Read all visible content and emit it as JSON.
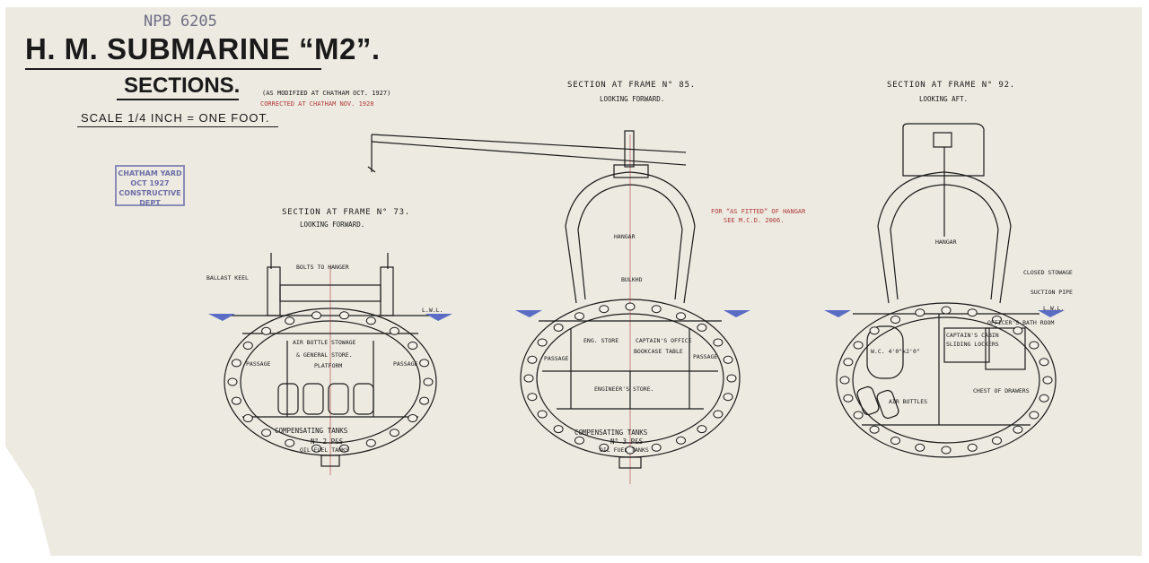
{
  "sheet": {
    "ref_number": "NPB 6205",
    "title": "H. M. SUBMARINE “M2”.",
    "subtitle": "SECTIONS.",
    "scale": "SCALE 1/4 INCH = ONE FOOT.",
    "modified_note": "(AS MODIFIED AT CHATHAM OCT. 1927)",
    "corrected_note": "CORRECTED AT CHATHAM NOV. 1928",
    "stamp": {
      "line1": "CHATHAM YARD",
      "line2": "OCT 1927",
      "line3": "CONSTRUCTIVE DEPT"
    },
    "fitted_note_1": "FOR “AS FITTED” OF HANGAR",
    "fitted_note_2": "SEE M.C.D. 2006.",
    "colors": {
      "paper": "#eceae1",
      "ink": "#1a1a1a",
      "red": "#b23a3a",
      "blue": "#5b6cc4",
      "stamp": "#6d6da6"
    }
  },
  "sections": [
    {
      "heading": "SECTION AT FRAME N° 73.",
      "direction": "LOOKING FORWARD.",
      "labels": {
        "ballast": "BALLAST KEEL",
        "top_note": "BOLTS TO HANGER",
        "lwl": "L.W.L.",
        "air_bottle": "AIR BOTTLE STOWAGE",
        "general_store": "& GENERAL STORE.",
        "platform": "PLATFORM",
        "passage_left": "PASSAGE",
        "passage_right": "PASSAGE",
        "comp_tanks": "COMPENSATING TANKS",
        "tank_no": "N° 2 P&S",
        "oil_fuel": "OIL FUEL TANKS"
      }
    },
    {
      "heading": "SECTION AT FRAME N° 85.",
      "direction": "LOOKING FORWARD.",
      "labels": {
        "hangar": "HANGAR",
        "bulkhead": "BULKHD",
        "engineer_store_upper": "ENG. STORE",
        "captains_office": "CAPTAIN'S OFFICE",
        "office_sub": "BOOKCASE TABLE",
        "passage_left": "PASSAGE",
        "passage_right": "PASSAGE",
        "engineers_store": "ENGINEER'S STORE.",
        "comp_tanks": "COMPENSATING TANKS",
        "tank_no": "N° 3 P&S",
        "oil_fuel": "OIL FUEL TANKS"
      }
    },
    {
      "heading": "SECTION AT FRAME N° 92.",
      "direction": "LOOKING AFT.",
      "labels": {
        "hangar": "HANGAR",
        "closed_stowage": "CLOSED STOWAGE",
        "sw_pipe": "SUCTION PIPE",
        "lwl": "L.W.L.",
        "wc": "W.C. 4'0\"x2'0\"",
        "captains_cabin": "CAPTAIN'S CABIN",
        "cabin_sub": "SLIDING LOCKERS",
        "officers_bath": "OFFICER'S BATH ROOM",
        "air_bottles": "AIR BOTTLES",
        "chest": "CHEST OF DRAWERS"
      }
    }
  ]
}
